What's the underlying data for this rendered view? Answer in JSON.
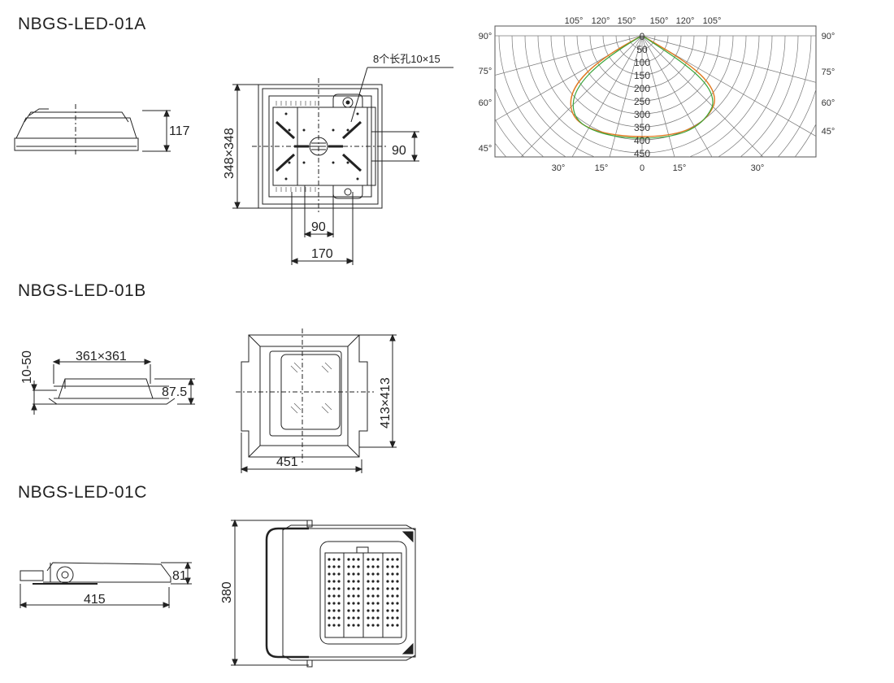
{
  "models": {
    "a": "NBGS-LED-01A",
    "b": "NBGS-LED-01B",
    "c": "NBGS-LED-01C"
  },
  "dims_a": {
    "height": "117",
    "size": "348×348",
    "slot_note": "8个长孔10×15",
    "right_span": "90",
    "bottom_span": "90",
    "bottom_outer": "170"
  },
  "dims_b": {
    "adjust": "10-50",
    "cutout": "361×361",
    "height": "87.5",
    "size": "413×413",
    "width": "451"
  },
  "dims_c": {
    "height": "81",
    "length": "415",
    "depth": "380"
  },
  "polar_chart": {
    "top_angles": [
      "105°",
      "120°",
      "150°",
      "150°",
      "120°",
      "105°"
    ],
    "left_angles": [
      "90°",
      "75°",
      "60°",
      "45°"
    ],
    "right_angles": [
      "90°",
      "75°",
      "60°",
      "45°"
    ],
    "bottom_angles": [
      "30°",
      "15°",
      "0",
      "15°",
      "30°"
    ],
    "radial_values": [
      "0",
      "50",
      "100",
      "150",
      "200",
      "250",
      "300",
      "350",
      "400",
      "450"
    ],
    "colors": {
      "curve_1": "#e07a20",
      "curve_2": "#3aa53a",
      "grid": "#555555"
    }
  }
}
